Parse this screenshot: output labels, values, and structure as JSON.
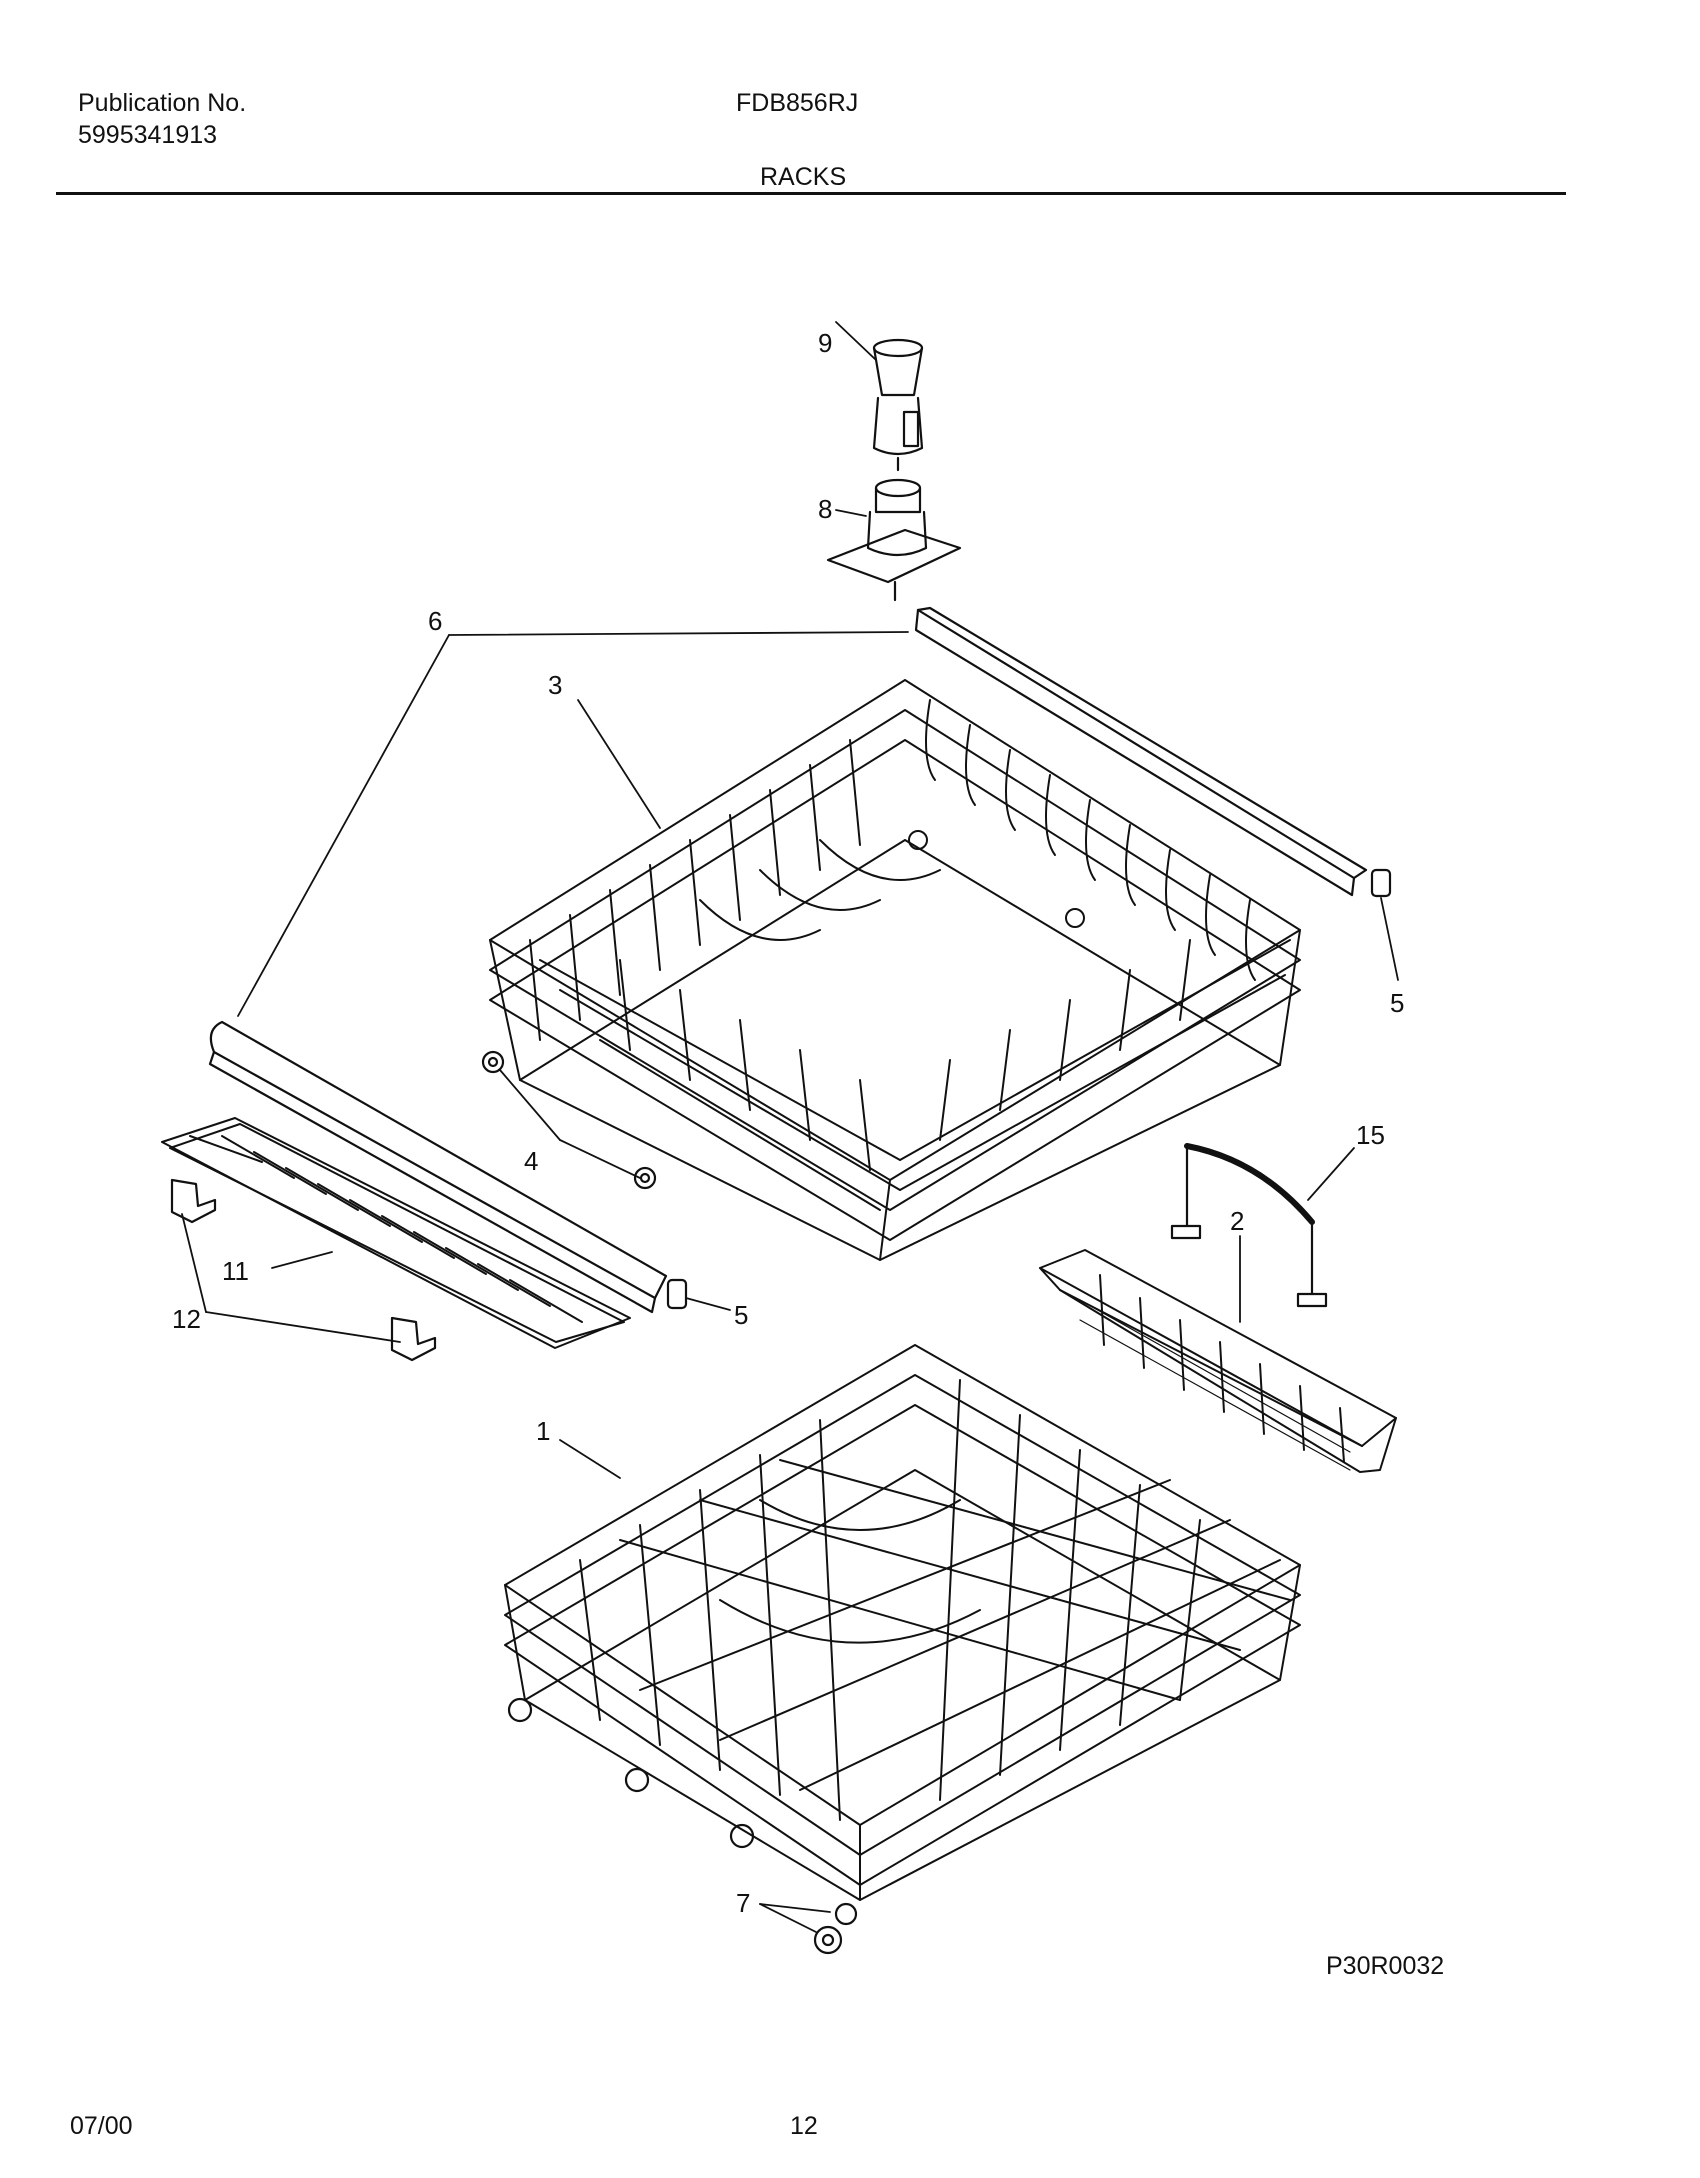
{
  "header": {
    "publication_label": "Publication No.",
    "publication_number": "5995341913",
    "model": "FDB856RJ",
    "section": "RACKS"
  },
  "callouts": {
    "c1": "1",
    "c2": "2",
    "c3": "3",
    "c4": "4",
    "c5a": "5",
    "c5b": "5",
    "c6": "6",
    "c7": "7",
    "c8": "8",
    "c9": "9",
    "c11": "11",
    "c12": "12",
    "c15": "15"
  },
  "footer": {
    "date": "07/00",
    "page": "12",
    "diagram_code": "P30R0032"
  }
}
